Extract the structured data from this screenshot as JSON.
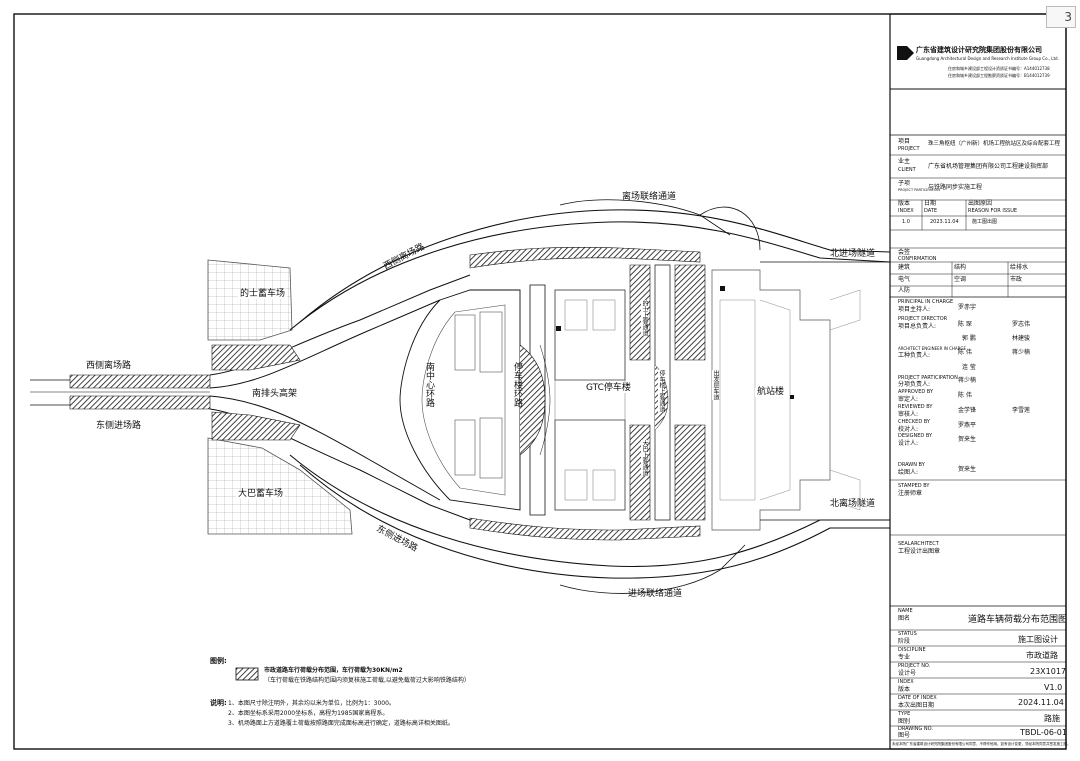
{
  "titleblock": {
    "company_cn": "广东省建筑设计研究院集团股份有限公司",
    "company_en": "Guangdong Architectural Design and Research Institute Group Co., Ltd.",
    "cert_line_1": "住房和城乡建设部工程设计资质证书编号：A144012738",
    "cert_line_2": "住房和城乡建设部工程勘察资质证书编号：B144012739",
    "project_label_cn": "项目",
    "project_label_en": "PROJECT",
    "project_value": "珠三角枢纽（广州新）机场工程航站区及综合配套工程",
    "client_label_cn": "业主",
    "client_label_en": "CLIENT",
    "client_value": "广东省机场管理集团有限公司工程建设指挥部",
    "subitem_label_cn": "子项",
    "subitem_label_en": "PROJECT PARTICIPATION",
    "subitem_value": "与铁路同步实施工程",
    "version_label": "版本",
    "version_label_en": "INDEX",
    "date_label": "日期",
    "date_label_en": "DATE",
    "reason_label": "出图原因",
    "reason_label_en": "REASON FOR ISSUE",
    "version_value": "1.0",
    "date_value": "2023.11.04",
    "reason_value": "施工图出图",
    "confirm_label": "会签",
    "confirm_label_en": "CONFIRMATION",
    "disciplines": [
      "建筑",
      "结构",
      "给排水",
      "电气",
      "空调",
      "市政",
      "人防",
      "",
      ""
    ],
    "roles": [
      {
        "label_en": "PRINCIPAL IN CHARGE",
        "label_cn": "项目主持人:",
        "names": [
          "罗赤宇"
        ]
      },
      {
        "label_en": "PROJECT DIRECTOR",
        "label_cn": "项目总负责人:",
        "names": [
          "陈 琛",
          "罗志伟",
          "郭 鹏",
          "林建骏"
        ]
      },
      {
        "label_en": "ARCHITECT ENGINEER IN CHARGE",
        "label_cn": "工种负责人:",
        "names": [
          "陈 伟",
          "蒋少楠",
          "连 莹"
        ]
      },
      {
        "label_en": "PROJECT PARTICIPATION",
        "label_cn": "分项负责人:",
        "names": [
          "蒋少楠"
        ]
      },
      {
        "label_en": "APPROVED BY",
        "label_cn": "审定人:",
        "names": [
          "陈 伟"
        ]
      },
      {
        "label_en": "REVIEWED BY",
        "label_cn": "审核人:",
        "names": [
          "金学锋",
          "李雪莲"
        ]
      },
      {
        "label_en": "CHECKED BY",
        "label_cn": "校对人:",
        "names": [
          "罗燕平"
        ]
      },
      {
        "label_en": "DESIGNED BY",
        "label_cn": "设计人:",
        "names": [
          "贺来生"
        ]
      },
      {
        "label_en": "DRAWN BY",
        "label_cn": "绘图人:",
        "names": [
          "贺来生"
        ]
      }
    ],
    "stamped_label_en": "STAMPED BY",
    "stamped_label_cn": "注册师章",
    "seal_label_en": "SEALARCHITECT",
    "seal_label_cn": "工程设计出图章",
    "name_label_en": "NAME",
    "name_label_cn": "图名",
    "name_value": "道路车辆荷载分布范围图",
    "status_label_en": "STATUS",
    "status_label_cn": "阶段",
    "status_value": "施工图设计",
    "discipline_label_en": "DISCIPLINE",
    "discipline_label_cn": "专业",
    "discipline_value": "市政道路",
    "project_no_label_en": "PROJECT NO.",
    "project_no_label_cn": "设计号",
    "project_no_value": "23X1017",
    "index_label_en": "INDEX",
    "index_label_cn": "版本",
    "index_value": "V1.0",
    "date_of_index_label_en": "DATE OF INDEX",
    "date_of_index_label_cn": "本次出图日期",
    "date_of_index_value": "2024.11.04",
    "type_label_en": "TYPE",
    "type_label_cn": "图别",
    "type_value": "路施",
    "drawing_no_label_en": "DRAWING NO.",
    "drawing_no_label_cn": "图号",
    "drawing_no_value": "TBDL-06-01",
    "footer_note": "未经本院广东省建筑设计研究院集团股份有限公司同意，不得作他用。如有设计变更，须经本院同意并签发施工图。"
  },
  "map_labels": {
    "west_exit_road": "西侧离场路",
    "west_departure_road": "西侧离场路",
    "east_entry_road_left": "东侧进场路",
    "east_entry_road_bottom": "东侧进场路",
    "departure_tunnel": "离场联络通道",
    "entry_tunnel": "进场联络通道",
    "north_entry_tunnel": "北进场隧道",
    "north_exit_tunnel": "北离场隧道",
    "taxi_lot": "的士蓄车场",
    "bus_lot": "大巴蓄车场",
    "south_viaduct": "南排头高架",
    "central_loop": "南中心环路",
    "parking_loop": "停车楼环路",
    "gtc": "GTC停车楼",
    "terminal": "航站楼",
    "taxi_lane": "的士上客通道",
    "bus_lane": "大巴上客通道",
    "curb_lane": "停车楼上客通道",
    "depart_lane": "出发层车道"
  },
  "legend": {
    "title": "图例:",
    "text_1": "市政道路车行荷载分布范围，车行荷载为30KN/m2",
    "text_2": "（车行荷载在铁路结构范围内须复核施工荷载,以避免载荷过大影响铁路结构）"
  },
  "notes": {
    "title": "说明:",
    "items": [
      "1、本图尺寸除注明外，其余均以米为单位，比例为1：3000。",
      "2、本图坐标系采用2000坐标系，高程为1985国家高程系。",
      "3、机场路面上方道路覆土荷载按照路面完成面标高进行确定，道路标高详相关图纸。"
    ]
  },
  "corner_button": "3"
}
